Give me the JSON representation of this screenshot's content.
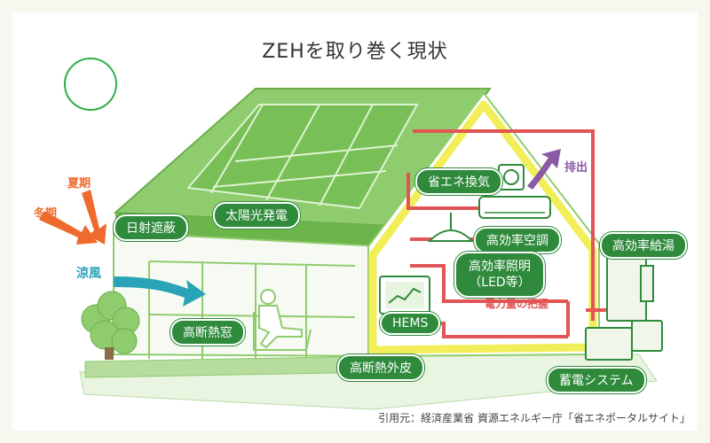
{
  "title": "ZEHを取り巻く現状",
  "labels": {
    "summer": "夏期",
    "winter": "冬期",
    "cool_breeze": "涼風",
    "exhaust": "排出",
    "power_monitor": "電力量の把握"
  },
  "pills": {
    "sunshade": "日射遮蔽",
    "solar": "太陽光発電",
    "vent": "省エネ換気",
    "aircon": "高効率空調",
    "lighting_1": "高効率照明",
    "lighting_2": "（LED等）",
    "hems": "HEMS",
    "window": "高断熱窓",
    "wall": "高断熱外皮",
    "water_heater": "高効率給湯",
    "battery": "蓄電システム"
  },
  "credit": "引用元：経済産業省 資源エネルギー庁「省エネポータルサイト」",
  "colors": {
    "green": "#2f8a3c",
    "light_green": "#8fcc6d",
    "orange": "#ef6a2d",
    "red": "#e25555",
    "yellow": "#f2ee5a",
    "teal": "#29a3b8",
    "purple": "#8a5aa6"
  }
}
